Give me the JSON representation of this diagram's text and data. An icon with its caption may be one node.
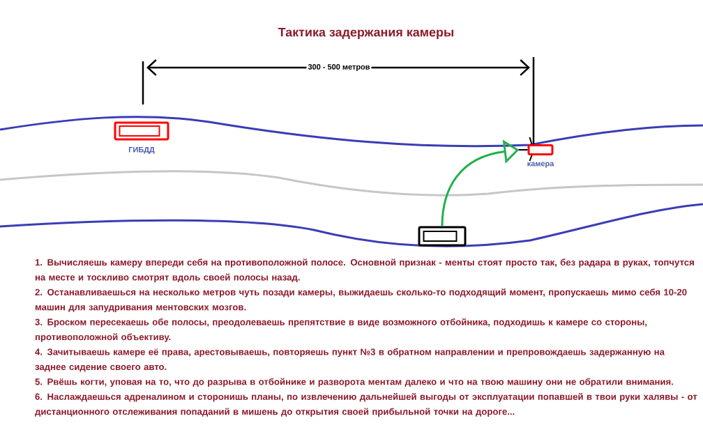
{
  "diagram": {
    "title": "Тактика задержания камеры",
    "nodes": [
      {
        "text": [],
        "shape": "picture",
        "beside": [
          "ГИБДД"
        ]
      },
      {
        "text": [],
        "shape": "picture",
        "beside": [
          "камера"
        ]
      },
      {
        "text": [],
        "shape": "picture"
      }
    ],
    "edges": [
      {
        "from": 2,
        "to": 1,
        "arrow": "to",
        "color": "#22b04a"
      }
    ],
    "labels": [
      "300 - 500 метров",
      "1. Вычисляешь камеру впереди себя на противоположной полосе. Основной признак - менты стоят просто так, без радара в руках, топчутся на месте и тоскливо смотрят вдоль своей полосы назад.",
      "2. Останавливаешься на несколько метров чуть позади камеры, выжидаешь сколько-то подходящий момент, пропускаешь мимо себя 10-20 машин для запудривания ментовских мозгов.",
      "3. Броском пересекаешь обе полосы, преодолеваешь препятствие в виде возможного отбойника, подходишь к камере со стороны, противоположной объективу.",
      "4. Зачитываешь камере её права, арестовываешь, повторяешь пункт №3 в обратном направлении и препровождаешь задержанную на заднее сидение своего авто.",
      "5. Рвёшь когти, уповая на то, что до разрыва в отбойнике и разворота ментам далеко и что на твою машину они не обратили внимания.",
      "6. Наслаждаешься адреналином и сторонишь планы, по извлечению дальнейшей выгоды от эксплуатации попавшей в твои руки халявы - от дистанционного отслеживания попаданий в мишень до открытия своей прибыльной точки на дороге..."
    ]
  }
}
